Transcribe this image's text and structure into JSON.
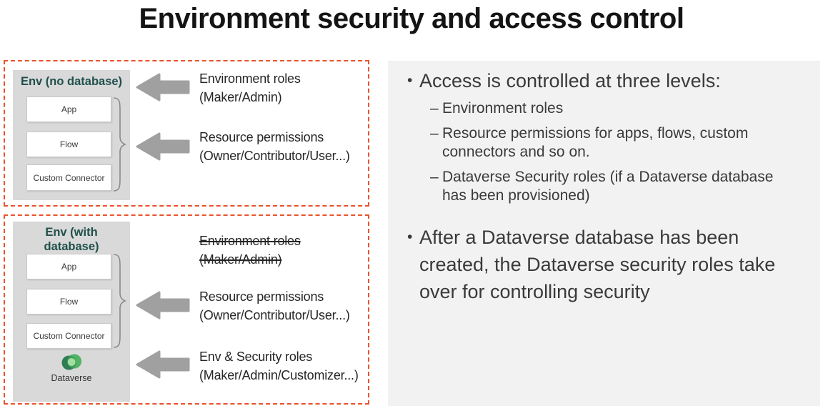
{
  "title": "Environment security and access control",
  "colors": {
    "accent_border": "#E9532C",
    "container_gray": "#D9D9D9",
    "notes_background": "#F2F2F2",
    "header_teal": "#20504C",
    "arrow_gray": "#A0A0A0",
    "dataverse_dark_green": "#2E7D54",
    "dataverse_green": "#52B266",
    "dataverse_light_green": "#A3DF9E"
  },
  "diagram": {
    "no_db": {
      "header": "Env (no database)",
      "items": [
        "App",
        "Flow",
        "Custom Connector"
      ],
      "annotations": [
        {
          "line1": "Environment roles",
          "line2": "(Maker/Admin)",
          "arrow": true,
          "strikethrough": false
        },
        {
          "line1": "Resource permissions",
          "line2": "(Owner/Contributor/User...)",
          "arrow": true,
          "strikethrough": false
        }
      ]
    },
    "with_db": {
      "header": "Env (with database)",
      "items": [
        "App",
        "Flow",
        "Custom Connector"
      ],
      "dataverse_label": "Dataverse",
      "annotations": [
        {
          "line1": "Environment roles",
          "line2": "(Maker/Admin)",
          "arrow": false,
          "strikethrough": true
        },
        {
          "line1": "Resource permissions",
          "line2": "(Owner/Contributor/User...)",
          "arrow": true,
          "strikethrough": false
        },
        {
          "line1": "Env & Security roles",
          "line2": "(Maker/Admin/Customizer...)",
          "arrow": true,
          "strikethrough": false
        }
      ]
    }
  },
  "notes": {
    "bullet_char": "•",
    "dash_char": "–",
    "bullet1": "Access is controlled at three levels:",
    "sub_bullets": [
      "Environment roles",
      "Resource permissions for apps, flows, custom connectors and so on.",
      "Dataverse Security roles (if a Dataverse database has been provisioned)"
    ],
    "bullet2": "After a Dataverse database has been created, the Dataverse security roles take over for controlling security"
  }
}
